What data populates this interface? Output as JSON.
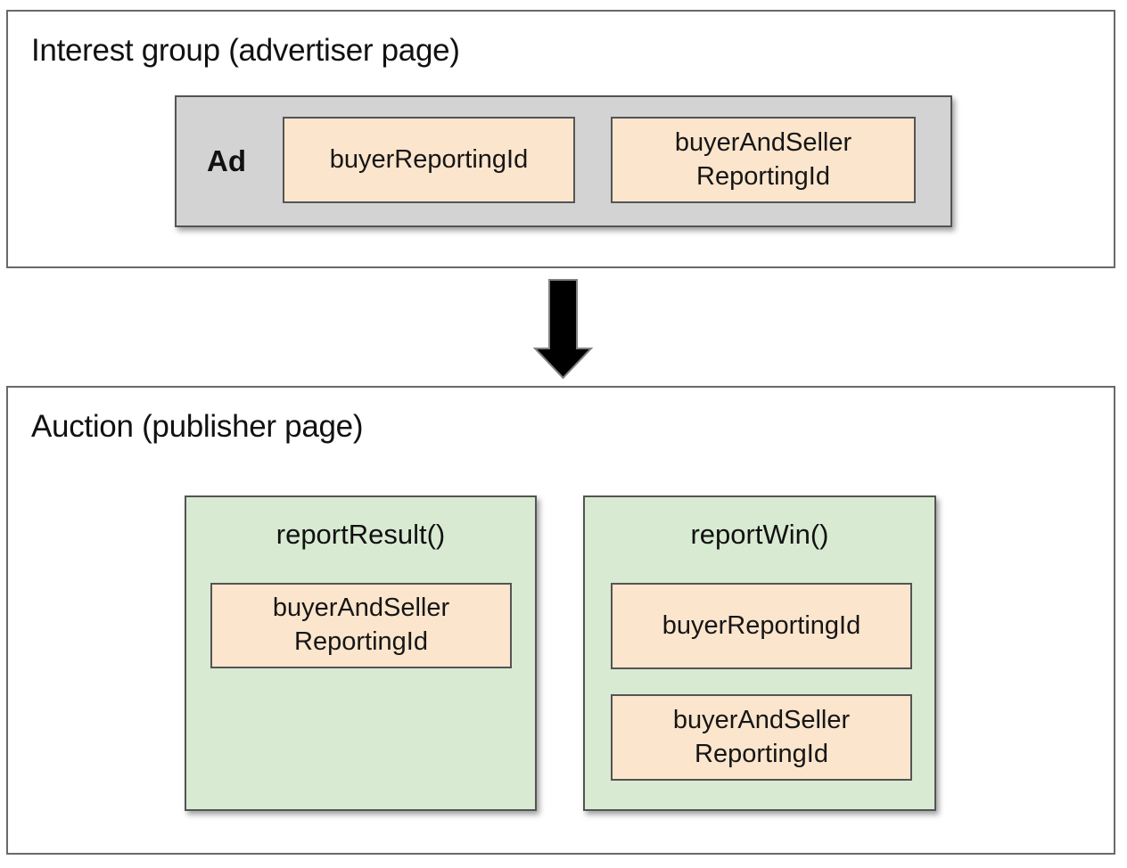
{
  "colors": {
    "field_fill": "#fce5cd",
    "function_fill": "#d9ead3",
    "ad_fill": "#d3d3d3",
    "inner_border": "#545454",
    "section_border": "#696969",
    "arrow_fill": "#000000",
    "text": "#111111"
  },
  "interest_group": {
    "title": "Interest group (advertiser page)",
    "ad": {
      "label": "Ad",
      "fields": [
        "buyerReportingId",
        "buyerAndSeller ReportingId"
      ]
    }
  },
  "arrow": {
    "name": "down-arrow"
  },
  "auction": {
    "title": "Auction (publisher page)",
    "functions": [
      {
        "name": "reportResult()",
        "fields": [
          "buyerAndSeller ReportingId"
        ]
      },
      {
        "name": "reportWin()",
        "fields": [
          "buyerReportingId",
          "buyerAndSeller ReportingId"
        ]
      }
    ]
  }
}
